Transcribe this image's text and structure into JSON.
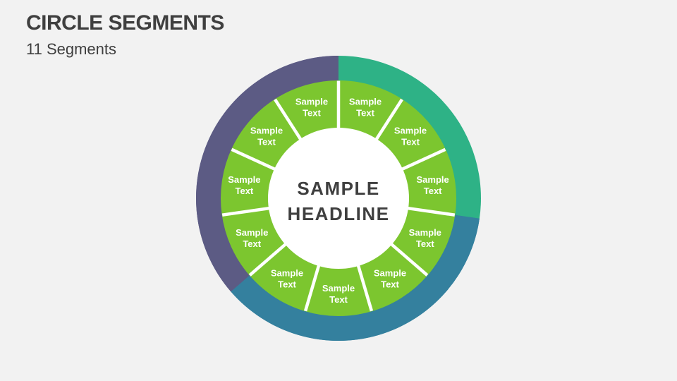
{
  "slide": {
    "title": "CIRCLE SEGMENTS",
    "subtitle": "11 Segments",
    "background_color": "#F2F2F2",
    "title_color": "#3F3F3F"
  },
  "diagram": {
    "center_headline": {
      "line1": "SAMPLE",
      "line2": "HEADLINE"
    },
    "segment_count": 11,
    "segments": [
      {
        "label": "Sample Text"
      },
      {
        "label": "Sample Text"
      },
      {
        "label": "Sample Text"
      },
      {
        "label": "Sample Text"
      },
      {
        "label": "Sample Text"
      },
      {
        "label": "Sample Text"
      },
      {
        "label": "Sample Text"
      },
      {
        "label": "Sample Text"
      },
      {
        "label": "Sample Text"
      },
      {
        "label": "Sample Text"
      },
      {
        "label": "Sample Text"
      }
    ],
    "outer_arcs": [
      {
        "name": "teal-green",
        "color": "#2EB286",
        "span_segments": 3
      },
      {
        "name": "steel-blue",
        "color": "#34809E",
        "span_segments": 4
      },
      {
        "name": "slate-purple",
        "color": "#5C5B84",
        "span_segments": 4
      }
    ],
    "colors": {
      "segment_fill": "#7CC62F",
      "segment_label": "#FFFFFF",
      "separator": "#FFFFFF",
      "center_fill": "#FFFFFF",
      "center_text": "#3F3F3F"
    },
    "start_angle_deg": 0
  }
}
